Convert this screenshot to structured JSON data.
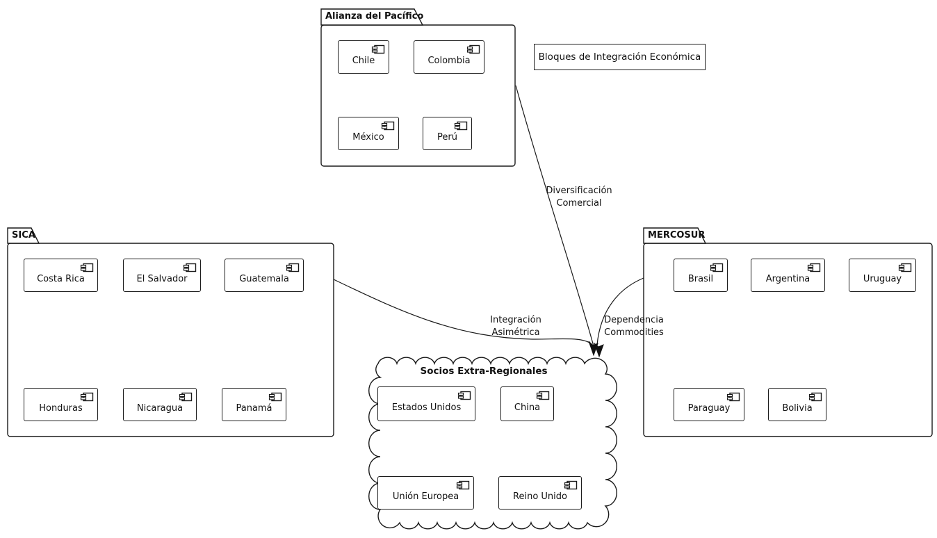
{
  "diagram": {
    "title_note": "Bloques de Integración Económica",
    "packages": [
      {
        "name": "Alianza del Pacífico",
        "members": [
          "Chile",
          "Colombia",
          "México",
          "Perú"
        ]
      },
      {
        "name": "SICA",
        "members": [
          "Costa Rica",
          "El Salvador",
          "Guatemala",
          "Honduras",
          "Nicaragua",
          "Panamá"
        ]
      },
      {
        "name": "MERCOSUR",
        "members": [
          "Brasil",
          "Argentina",
          "Uruguay",
          "Paraguay",
          "Bolivia"
        ]
      }
    ],
    "cloud": {
      "name": "Socios Extra-Regionales",
      "members": [
        "Estados Unidos",
        "China",
        "Unión Europea",
        "Reino Unido"
      ]
    },
    "edges": [
      {
        "from": "Alianza del Pacífico",
        "to": "Socios Extra-Regionales",
        "label": "Diversificación\nComercial"
      },
      {
        "from": "SICA",
        "to": "Socios Extra-Regionales",
        "label": "Integración\nAsimétrica"
      },
      {
        "from": "MERCOSUR",
        "to": "Socios Extra-Regionales",
        "label": "Dependencia\nCommodities"
      }
    ],
    "icons": {
      "component": "uml-component-icon"
    },
    "colors": {
      "stroke": "#1a1a1a",
      "background": "#ffffff"
    }
  }
}
